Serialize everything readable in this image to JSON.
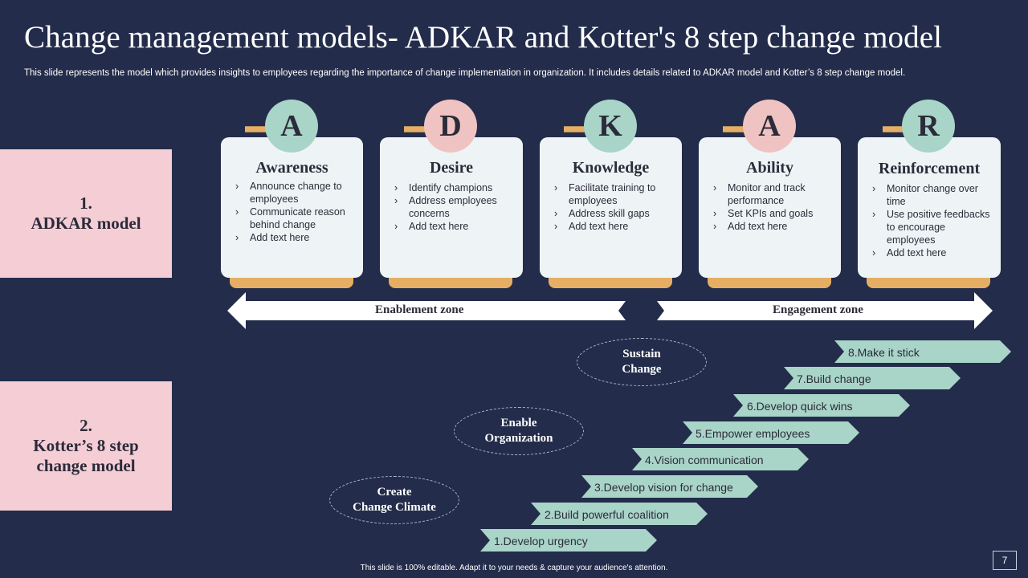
{
  "title": "Change management models- ADKAR and Kotter's 8 step change model",
  "subtitle": "This slide represents the model which provides insights to employees regarding the importance of change implementation in organization. It includes details related to ADKAR  model and Kotter’s 8 step change model.",
  "side_labels": [
    {
      "line1": "1.",
      "line2": "ADKAR model",
      "line3": ""
    },
    {
      "line1": "2.",
      "line2": "Kotter’s 8 step",
      "line3": "change model"
    }
  ],
  "adkar": [
    {
      "letter": "A",
      "title": "Awareness",
      "circle_color": "#a9d4c8",
      "items": [
        "Announce change to employees",
        "Communicate reason behind change",
        "Add text here"
      ]
    },
    {
      "letter": "D",
      "title": "Desire",
      "circle_color": "#f0c3c3",
      "items": [
        "Identify champions",
        "Address employees concerns",
        "Add text here"
      ]
    },
    {
      "letter": "K",
      "title": "Knowledge",
      "circle_color": "#a9d4c8",
      "items": [
        "Facilitate training to employees",
        "Address skill gaps",
        "Add text here"
      ]
    },
    {
      "letter": "A",
      "title": "Ability",
      "circle_color": "#f0c3c3",
      "items": [
        "Monitor and track performance",
        "Set KPIs and goals",
        "Add text here"
      ]
    },
    {
      "letter": "R",
      "title": "Reinforcement",
      "circle_color": "#a9d4c8",
      "items": [
        "Monitor change over time",
        "Use positive feedbacks to encourage employees",
        "Add text here"
      ]
    }
  ],
  "zones": {
    "left": "Enablement zone",
    "right": "Engagement zone"
  },
  "phases": [
    {
      "line1": "Sustain",
      "line2": "Change"
    },
    {
      "line1": "Enable",
      "line2": "Organization"
    },
    {
      "line1": "Create",
      "line2": "Change Climate"
    }
  ],
  "steps": [
    "1.Develop urgency",
    "2.Build powerful coalition",
    "3.Develop vision for change",
    "4.Vision communication",
    "5.Empower employees",
    "6.Develop quick wins",
    "7.Build change",
    "8.Make it stick"
  ],
  "colors": {
    "background": "#232c4a",
    "accent_orange": "#e6ae64",
    "mint": "#a9d4c8",
    "pink": "#f5cdd5",
    "card": "#eef4f6"
  },
  "footer": "This slide is 100% editable.  Adapt it to your needs & capture your audience's attention.",
  "page_number": "7"
}
